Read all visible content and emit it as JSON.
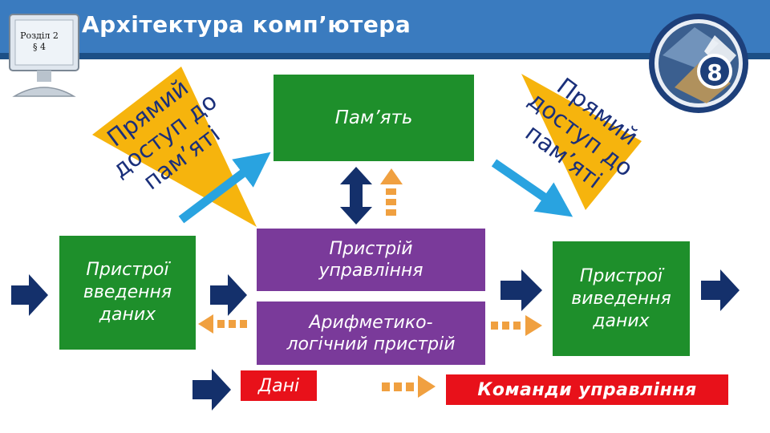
{
  "header": {
    "title": "Архітектура комп’ютера",
    "section_line1": "Розділ 2",
    "section_line2": "§ 4",
    "badge_number": "8"
  },
  "diagram": {
    "memory": "Пам’ять",
    "input_devices": [
      "Пристрої",
      "введення",
      "даних"
    ],
    "output_devices": [
      "Пристрої",
      "виведення",
      "даних"
    ],
    "control_unit": [
      "Пристрій",
      "управління"
    ],
    "alu": [
      "Арифметико-",
      "логічний пристрій"
    ],
    "direct_access_left": [
      "Прямий",
      "доступ до",
      "пам’яті"
    ],
    "direct_access_right": [
      "Прямий",
      "доступ до",
      "пам’яті"
    ]
  },
  "legend": {
    "data": "Дані",
    "commands": "Команди управління"
  },
  "colors": {
    "header_blue": "#3a7bbf",
    "header_dark": "#1c4f86",
    "box_green": "#1e8f2b",
    "box_purple": "#7a3a9a",
    "legend_red": "#e8111a",
    "data_arrow_navy": "#14306b",
    "command_arrow_orange": "#f0a040",
    "access_arrow_blue": "#29a3e0",
    "access_triangle_orange": "#f6b40d"
  }
}
